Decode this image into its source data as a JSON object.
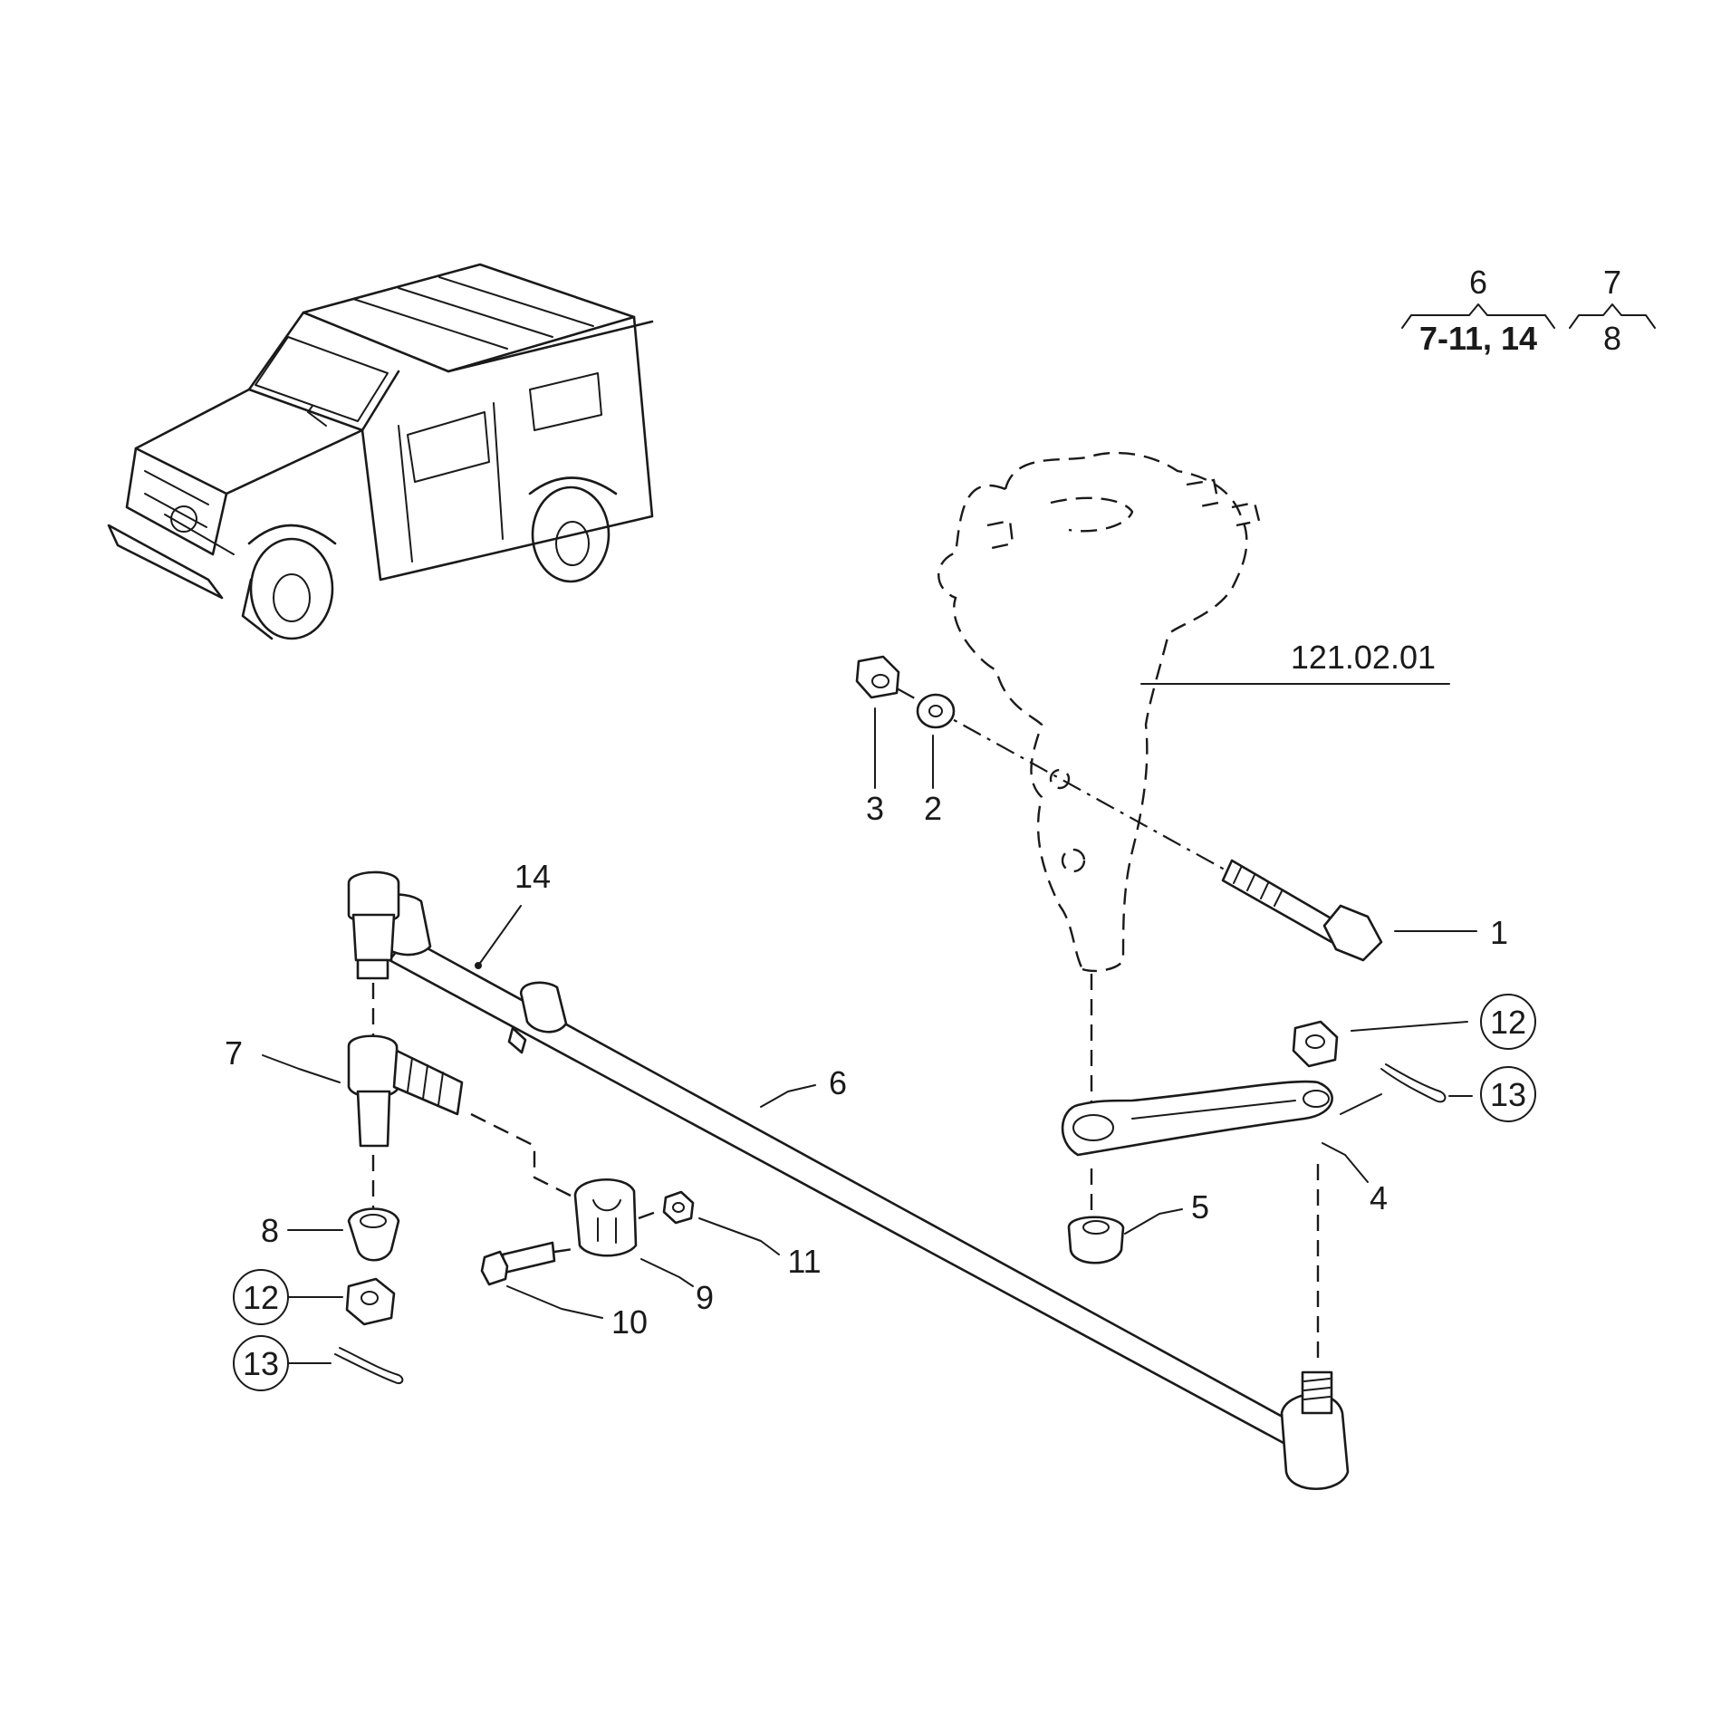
{
  "reference": "121.02.01",
  "callouts": [
    {
      "id": "1",
      "text": "1"
    },
    {
      "id": "2",
      "text": "2"
    },
    {
      "id": "3",
      "text": "3"
    },
    {
      "id": "4",
      "text": "4"
    },
    {
      "id": "5",
      "text": "5"
    },
    {
      "id": "6",
      "text": "6"
    },
    {
      "id": "7",
      "text": "7"
    },
    {
      "id": "8",
      "text": "8"
    },
    {
      "id": "9",
      "text": "9"
    },
    {
      "id": "10",
      "text": "10"
    },
    {
      "id": "11",
      "text": "11"
    },
    {
      "id": "12a",
      "text": "12"
    },
    {
      "id": "12b",
      "text": "12"
    },
    {
      "id": "13a",
      "text": "13"
    },
    {
      "id": "13b",
      "text": "13"
    },
    {
      "id": "14",
      "text": "14"
    }
  ],
  "assembly_key": {
    "group1_top": "6",
    "group1_bottom": "7-11, 14",
    "group2_top": "7",
    "group2_bottom": "8"
  }
}
